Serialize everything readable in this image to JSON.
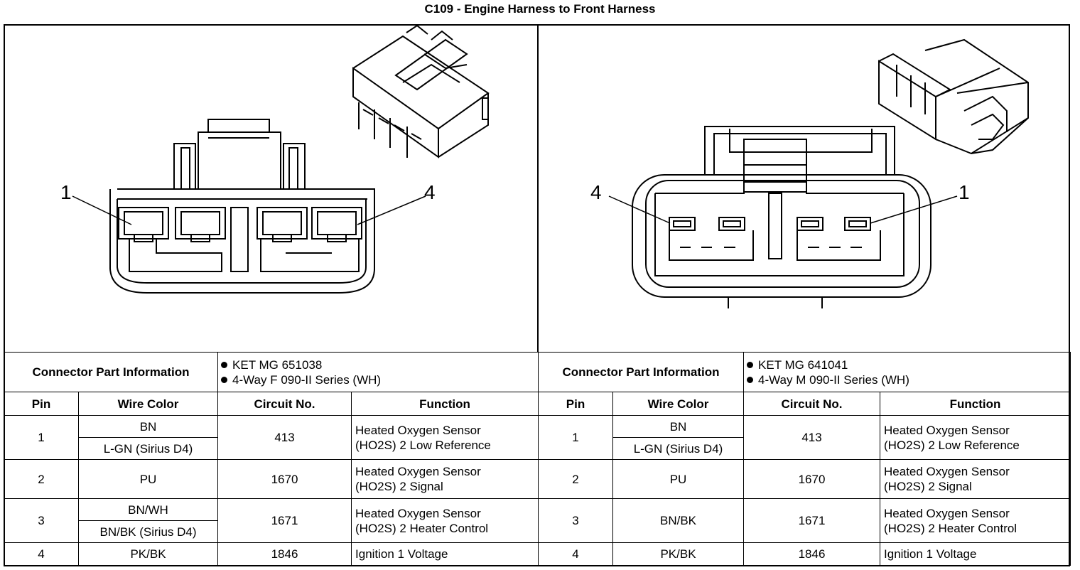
{
  "title": "C109 - Engine Harness to Front Harness",
  "left": {
    "pin_label_left": "1",
    "pin_label_right": "4",
    "header_label": "Connector Part Information",
    "part_info": [
      "KET MG 651038",
      "4-Way F 090-II Series (WH)"
    ],
    "columns": [
      "Pin",
      "Wire Color",
      "Circuit No.",
      "Function"
    ],
    "rows": [
      {
        "pin": "1",
        "wire": [
          "BN",
          "L-GN (Sirius D4)"
        ],
        "circuit": "413",
        "function": [
          "Heated Oxygen Sensor",
          "(HO2S) 2 Low Reference"
        ]
      },
      {
        "pin": "2",
        "wire": [
          "PU"
        ],
        "circuit": "1670",
        "function": [
          "Heated Oxygen Sensor",
          "(HO2S) 2 Signal"
        ]
      },
      {
        "pin": "3",
        "wire": [
          "BN/WH",
          "BN/BK (Sirius D4)"
        ],
        "circuit": "1671",
        "function": [
          "Heated Oxygen Sensor",
          "(HO2S) 2 Heater Control"
        ]
      },
      {
        "pin": "4",
        "wire": [
          "PK/BK"
        ],
        "circuit": "1846",
        "function": [
          "Ignition 1 Voltage"
        ]
      }
    ]
  },
  "right": {
    "pin_label_left": "4",
    "pin_label_right": "1",
    "header_label": "Connector Part Information",
    "part_info": [
      "KET MG 641041",
      "4-Way M 090-II Series (WH)"
    ],
    "columns": [
      "Pin",
      "Wire Color",
      "Circuit No.",
      "Function"
    ],
    "rows": [
      {
        "pin": "1",
        "wire": [
          "BN",
          "L-GN (Sirius D4)"
        ],
        "circuit": "413",
        "function": [
          "Heated Oxygen Sensor",
          "(HO2S) 2 Low Reference"
        ]
      },
      {
        "pin": "2",
        "wire": [
          "PU"
        ],
        "circuit": "1670",
        "function": [
          "Heated Oxygen Sensor",
          "(HO2S) 2 Signal"
        ]
      },
      {
        "pin": "3",
        "wire": [
          "BN/BK"
        ],
        "circuit": "1671",
        "function": [
          "Heated Oxygen Sensor",
          "(HO2S) 2 Heater Control"
        ]
      },
      {
        "pin": "4",
        "wire": [
          "PK/BK"
        ],
        "circuit": "1846",
        "function": [
          "Ignition 1 Voltage"
        ]
      }
    ]
  }
}
